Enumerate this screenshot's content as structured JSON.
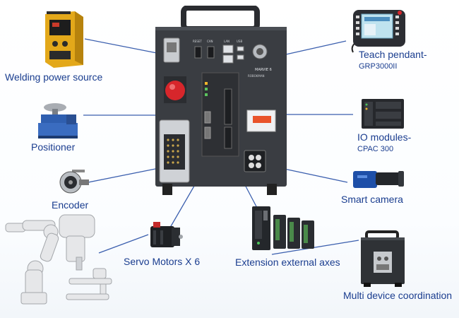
{
  "controller": {
    "model_label": "MARVIE 6",
    "brand_label": "ROBOKMAN",
    "port_labels": [
      "RESET",
      "CAN",
      "LAN",
      "USB"
    ],
    "colors": {
      "body": "#3a3d42",
      "handle": "#2a2c30",
      "estop": "#d7262b",
      "breaker_accent": "#e9532a"
    }
  },
  "peripherals": {
    "welding": {
      "label": "Welding power source"
    },
    "positioner": {
      "label": "Positioner"
    },
    "encoder": {
      "label": "Encoder"
    },
    "servo": {
      "label": "Servo Motors X 6"
    },
    "teach_pendant": {
      "label": "Teach pendant-",
      "sub": "GRP3000II"
    },
    "io_modules": {
      "label": "IO modules-",
      "sub": "CPAC 300"
    },
    "camera": {
      "label": "Smart camera"
    },
    "extension": {
      "label": "Extension external axes"
    },
    "multi": {
      "label": "Multi device coordination"
    }
  },
  "colors": {
    "label": "#1a3d8f",
    "wire": "#3b5fae"
  }
}
